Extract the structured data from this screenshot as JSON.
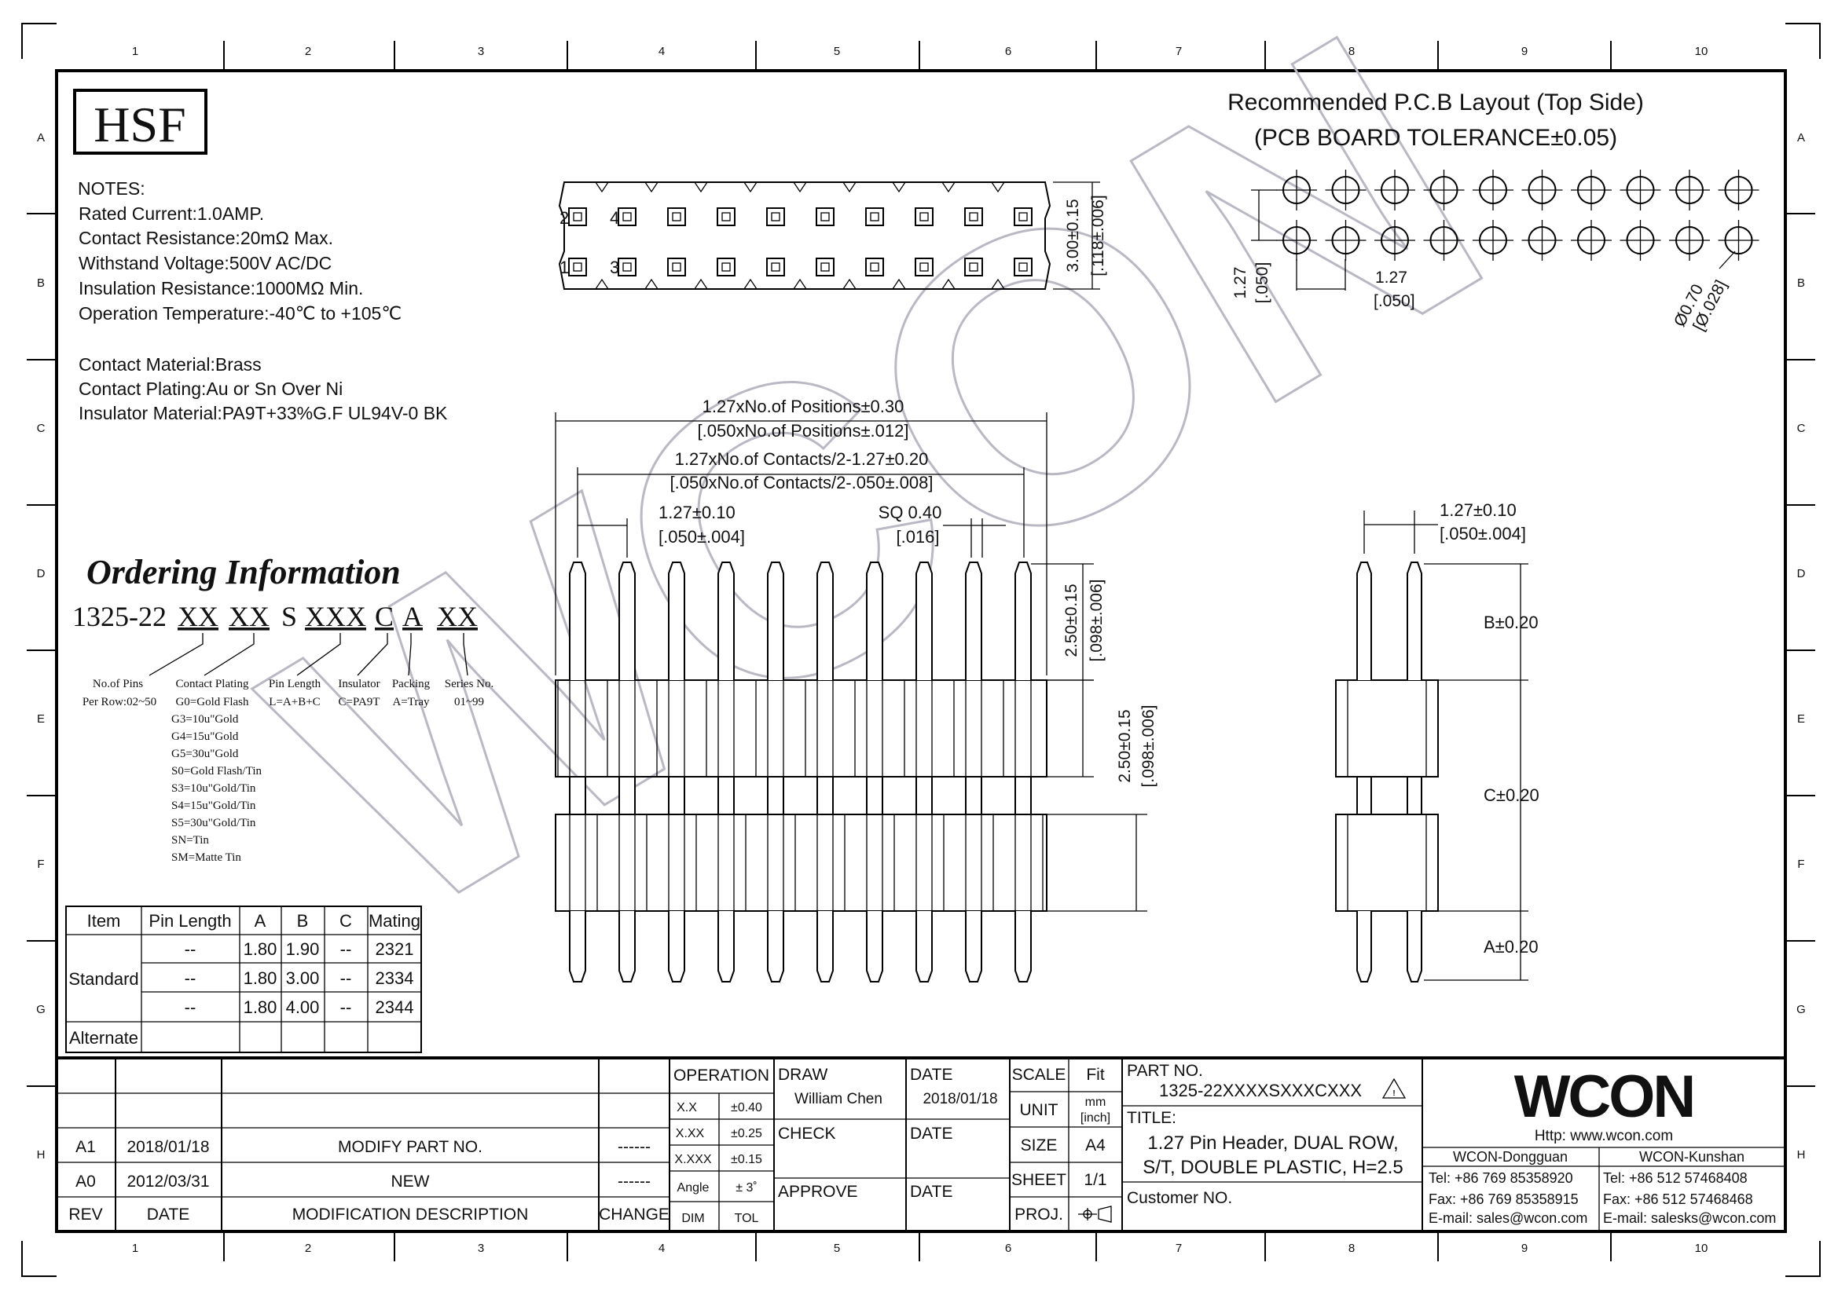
{
  "frame": {
    "col_labels": [
      "1",
      "2",
      "3",
      "4",
      "5",
      "6",
      "7",
      "8",
      "9",
      "10"
    ],
    "row_labels": [
      "A",
      "B",
      "C",
      "D",
      "E",
      "F",
      "G",
      "H"
    ]
  },
  "logo_text": "HSF",
  "notes": {
    "heading": "NOTES:",
    "lines": [
      "Rated Current:1.0AMP.",
      "Contact Resistance:20mΩ Max.",
      "Withstand Voltage:500V AC/DC",
      "Insulation Resistance:1000MΩ Min.",
      "Operation Temperature:-40℃ to +105℃",
      "",
      "Contact Material:Brass",
      "Contact Plating:Au or Sn Over Ni",
      "Insulator Material:PA9T+33%G.F UL94V-0 BK"
    ]
  },
  "ordering": {
    "title": "Ordering Information",
    "code_parts": [
      "1325-22",
      "XX",
      "XX",
      "S",
      "XXX",
      "C",
      "A",
      "XX"
    ],
    "labels": [
      "No.of Pins",
      "Contact Plating",
      "Pin Length",
      "Insulator",
      "Packing",
      "Series No."
    ],
    "values": [
      "Per Row:02~50",
      "G0=Gold Flash",
      "L=A+B+C",
      "C=PA9T",
      "A=Tray",
      "01~99"
    ],
    "plating_options": [
      "G3=10u\"Gold",
      "G4=15u\"Gold",
      "G5=30u\"Gold",
      "S0=Gold Flash/Tin",
      "S3=10u\"Gold/Tin",
      "S4=15u\"Gold/Tin",
      "S5=30u\"Gold/Tin",
      "SN=Tin",
      "SM=Matte Tin"
    ]
  },
  "spec_table": {
    "headers": [
      "Item",
      "Pin Length",
      "A",
      "B",
      "C",
      "Mating"
    ],
    "group_label": "Standard",
    "rows": [
      [
        "--",
        "1.80",
        "1.90",
        "--",
        "2321"
      ],
      [
        "--",
        "1.80",
        "3.00",
        "--",
        "2334"
      ],
      [
        "--",
        "1.80",
        "4.00",
        "--",
        "2344"
      ]
    ],
    "alternate_label": "Alternate"
  },
  "pcb_layout": {
    "title": "Recommended P.C.B Layout (Top Side)",
    "tolerance": "(PCB BOARD TOLERANCE±0.05)",
    "pitch_mm": "1.27",
    "pitch_in": "[.050]",
    "hole_mm": "Ø0.70",
    "hole_in": "[Ø.028]",
    "holes_per_row": 10
  },
  "top_view": {
    "pin_labels": [
      "2",
      "4",
      "1",
      "3"
    ],
    "height_mm": "3.00±0.15",
    "height_in": "[.118±.006]",
    "positions_per_row": 10
  },
  "front_view": {
    "dim_overall_mm": "1.27xNo.of Positions±0.30",
    "dim_overall_in": "[.050xNo.of Positions±.012]",
    "dim_contacts_mm": "1.27xNo.of Contacts/2-1.27±0.20",
    "dim_contacts_in": "[.050xNo.of Contacts/2-.050±.008]",
    "dim_pitch_mm": "1.27±0.10",
    "dim_pitch_in": "[.050±.004]",
    "dim_sq_mm": "SQ 0.40",
    "dim_sq_in": "[.016]",
    "dim_h1_mm": "2.50±0.15",
    "dim_h1_in": "[.098±.006]",
    "dim_h2_mm": "2.50±0.15",
    "dim_h2_in": "[.098±.006]",
    "pin_count": 10
  },
  "side_view": {
    "dim_pitch_mm": "1.27±0.10",
    "dim_pitch_in": "[.050±.004]",
    "dim_b": "B±0.20",
    "dim_c": "C±0.20",
    "dim_a": "A±0.20"
  },
  "watermark": "WCON",
  "title_block": {
    "revisions": [
      {
        "rev": "A1",
        "date": "2018/01/18",
        "desc": "MODIFY PART NO.",
        "change": "------"
      },
      {
        "rev": "A0",
        "date": "2012/03/31",
        "desc": "NEW",
        "change": "------"
      }
    ],
    "rev_headers": [
      "REV",
      "DATE",
      "MODIFICATION DESCRIPTION",
      "CHANGE"
    ],
    "operation_label": "OPERATION",
    "tolerances": [
      {
        "label": "X.X",
        "value": "±0.40"
      },
      {
        "label": "X.XX",
        "value": "±0.25"
      },
      {
        "label": "X.XXX",
        "value": "±0.15"
      },
      {
        "label": "Angle",
        "value": "± 3˚"
      }
    ],
    "dim_label": "DIM",
    "tol_label": "TOL",
    "draw_label": "DRAW",
    "draw_name": "William Chen",
    "check_label": "CHECK",
    "approve_label": "APPROVE",
    "date_label": "DATE",
    "draw_date": "2018/01/18",
    "scale_label": "SCALE",
    "scale_value": "Fit",
    "unit_label": "UNIT",
    "unit_value_top": "mm",
    "unit_value_bottom": "[inch]",
    "size_label": "SIZE",
    "size_value": "A4",
    "sheet_label": "SHEET",
    "sheet_value": "1/1",
    "proj_label": "PROJ.",
    "part_no_label": "PART NO.",
    "part_no": "1325-22XXXXSXXXCXXX",
    "title_label": "TITLE:",
    "title_line1": "1.27 Pin Header, DUAL ROW,",
    "title_line2": "S/T, DOUBLE PLASTIC, H=2.5",
    "customer_label": "Customer NO.",
    "company_logo": "WCON",
    "website": "Http: www.wcon.com",
    "offices": [
      {
        "name": "WCON-Dongguan",
        "tel": "Tel: +86 769 85358920",
        "fax": "Fax: +86 769 85358915",
        "email": "E-mail: sales@wcon.com"
      },
      {
        "name": "WCON-Kunshan",
        "tel": "Tel: +86 512 57468408",
        "fax": "Fax: +86 512 57468468",
        "email": "E-mail: salesks@wcon.com"
      }
    ]
  }
}
